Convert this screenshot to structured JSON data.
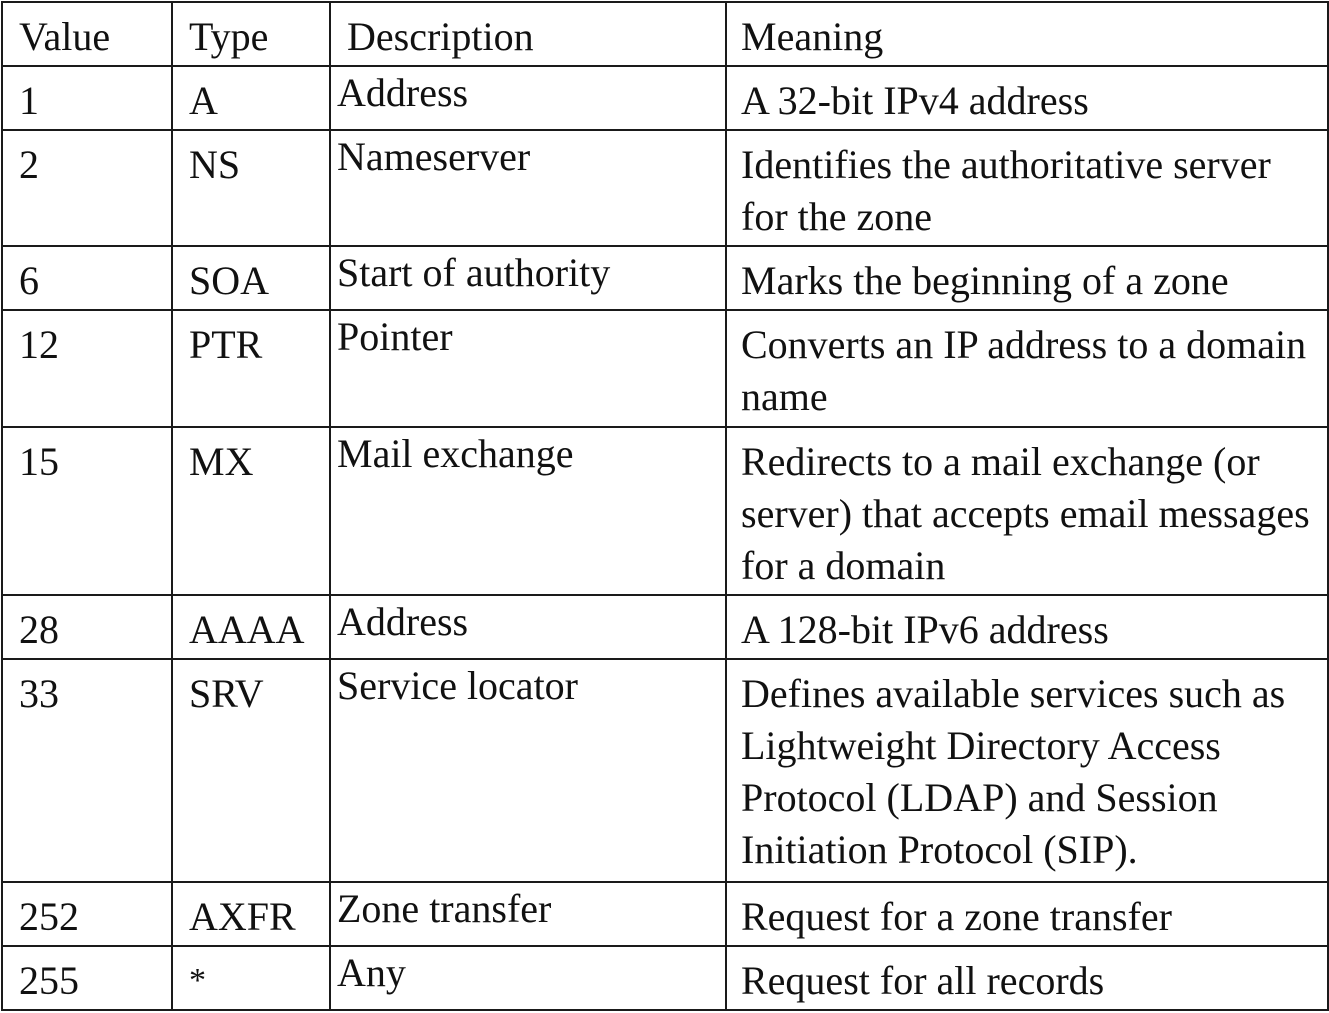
{
  "table": {
    "headers": [
      "Value",
      "Type",
      "Description",
      "Meaning"
    ],
    "rows": [
      {
        "value": "1",
        "type": "A",
        "description": "Address",
        "meaning": "A 32-bit IPv4 address"
      },
      {
        "value": "2",
        "type": "NS",
        "description": "Nameserver",
        "meaning": "Identifies the authoritative server for the zone"
      },
      {
        "value": "6",
        "type": "SOA",
        "description": "Start of authority",
        "meaning": "Marks the beginning of a zone"
      },
      {
        "value": "12",
        "type": "PTR",
        "description": "Pointer",
        "meaning": "Converts an IP address to a domain name"
      },
      {
        "value": "15",
        "type": "MX",
        "description": "Mail exchange",
        "meaning": "Redirects to a mail exchange (or server) that accepts email messages for a domain"
      },
      {
        "value": "28",
        "type": "AAAA",
        "description": "Address",
        "meaning": "A 128-bit IPv6 address"
      },
      {
        "value": "33",
        "type": "SRV",
        "description": "Service locator",
        "meaning": "Defines available services such as Lightweight Directory Access Protocol (LDAP) and Session Initiation Protocol (SIP)."
      },
      {
        "value": "252",
        "type": "AXFR",
        "description": "Zone transfer",
        "meaning": "Request for a zone transfer"
      },
      {
        "value": "255",
        "type": "*",
        "description": "Any",
        "meaning": "Request for all records"
      }
    ]
  }
}
